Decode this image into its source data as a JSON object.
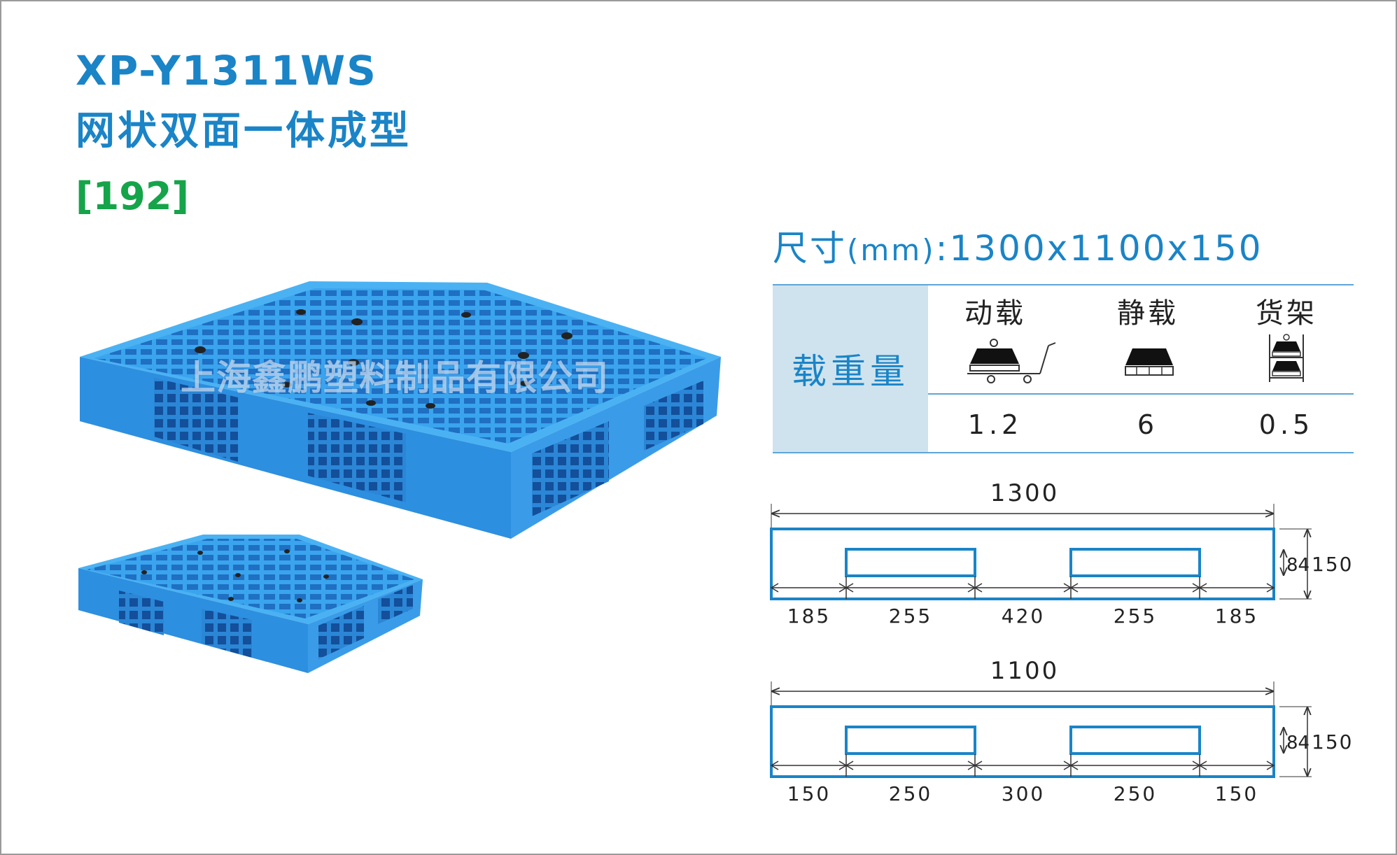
{
  "product": {
    "model": "XP-Y1311WS",
    "name": "网状双面一体成型",
    "code": "[192]"
  },
  "watermark": "上海鑫鹏塑料制品有限公司",
  "size": {
    "label": "尺寸",
    "unit": "(mm)",
    "colon": ":",
    "value": "1300x1100x150"
  },
  "load": {
    "header": "载重量",
    "columns": [
      {
        "label": "动载",
        "icon": "dynamic-load-cart-icon",
        "value": "1.2"
      },
      {
        "label": "静载",
        "icon": "static-load-icon",
        "value": "6"
      },
      {
        "label": "货架",
        "icon": "racking-load-icon",
        "value": "0.5"
      }
    ]
  },
  "diagrams": [
    {
      "total": "1300",
      "segments": [
        "185",
        "255",
        "420",
        "255",
        "185"
      ],
      "inner_height": "84",
      "height": "150"
    },
    {
      "total": "1100",
      "segments": [
        "150",
        "250",
        "300",
        "250",
        "150"
      ],
      "inner_height": "84",
      "height": "150"
    }
  ],
  "colors": {
    "brand_blue": "#1a84c7",
    "code_green": "#15a44a",
    "pallet_blue": "#3aa0e8",
    "table_header_bg": "#cfe3ee"
  }
}
